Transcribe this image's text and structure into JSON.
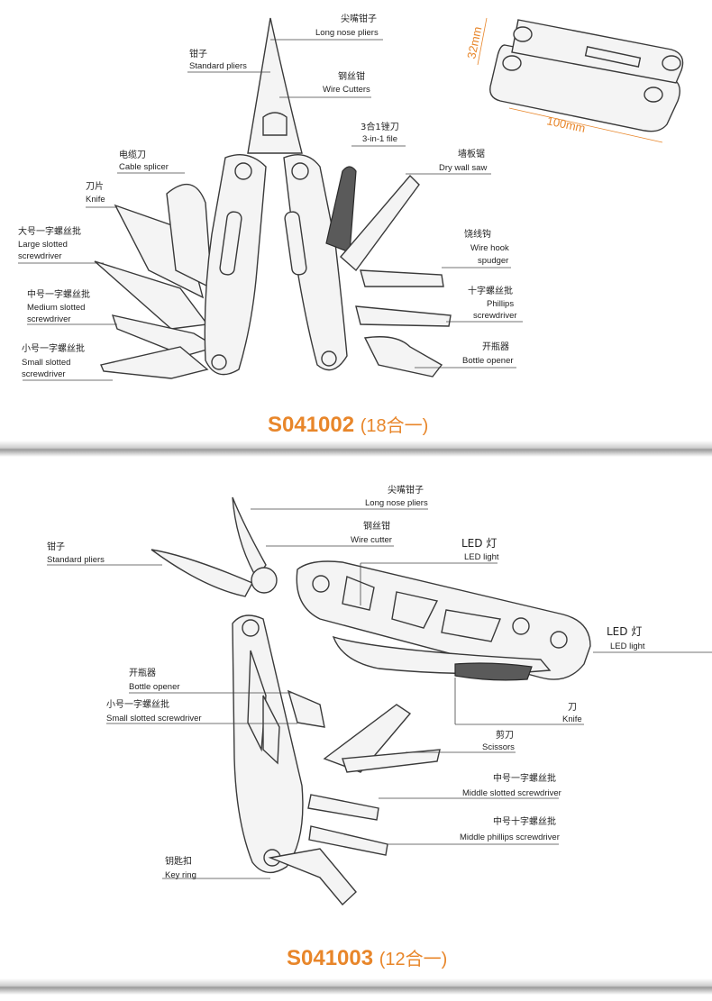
{
  "colors": {
    "accent": "#e8862a",
    "line": "#3a3a3a"
  },
  "panel1": {
    "model": "S041002",
    "count": "(18合一)",
    "dimensions": {
      "height": "32mm",
      "length": "100mm"
    },
    "labels": {
      "long_nose": {
        "cn": "尖嘴钳子",
        "en": "Long nose pliers"
      },
      "standard": {
        "cn": "钳子",
        "en": "Standard pliers"
      },
      "wire_cutters": {
        "cn": "钢丝钳",
        "en": "Wire Cutters"
      },
      "file": {
        "cn": "3合1锉刀",
        "en": "3-in-1 file"
      },
      "cable": {
        "cn": "电缆刀",
        "en": "Cable splicer"
      },
      "saw": {
        "cn": "墙板锯",
        "en": "Dry wall saw"
      },
      "knife": {
        "cn": "刀片",
        "en": "Knife"
      },
      "large_slot": {
        "cn": "大号一字螺丝批",
        "en1": "Large slotted",
        "en2": "screwdriver"
      },
      "wire_hook": {
        "cn": "饶线钩",
        "en1": "Wire hook",
        "en2": "spudger"
      },
      "medium_slot": {
        "cn": "中号一字螺丝批",
        "en1": "Medium slotted",
        "en2": "screwdriver"
      },
      "phillips": {
        "cn": "十字螺丝批",
        "en1": "Phillips",
        "en2": "screwdriver"
      },
      "small_slot": {
        "cn": "小号一字螺丝批",
        "en1": "Small slotted",
        "en2": "screwdriver"
      },
      "bottle": {
        "cn": "开瓶器",
        "en": "Bottle opener"
      }
    }
  },
  "panel2": {
    "model": "S041003",
    "count": "(12合一)",
    "labels": {
      "long_nose": {
        "cn": "尖嘴钳子",
        "en": "Long nose pliers"
      },
      "standard": {
        "cn": "钳子",
        "en": "Standard pliers"
      },
      "wire_cutter": {
        "cn": "钢丝钳",
        "en": "Wire cutter"
      },
      "led1": {
        "cn": "LED 灯",
        "en": "LED light"
      },
      "led2": {
        "cn": "LED 灯",
        "en": "LED light"
      },
      "bottle": {
        "cn": "开瓶器",
        "en": "Bottle opener"
      },
      "small_slot": {
        "cn": "小号一字螺丝批",
        "en": "Small slotted screwdriver"
      },
      "knife": {
        "cn": "刀",
        "en": "Knife"
      },
      "scissors": {
        "cn": "剪刀",
        "en": "Scissors"
      },
      "middle_slot": {
        "cn": "中号一字螺丝批",
        "en": "Middle slotted screwdriver"
      },
      "middle_phillips": {
        "cn": "中号十字螺丝批",
        "en": "Middle phillips screwdriver"
      },
      "key_ring": {
        "cn": "钥匙扣",
        "en": "Key ring"
      }
    }
  }
}
